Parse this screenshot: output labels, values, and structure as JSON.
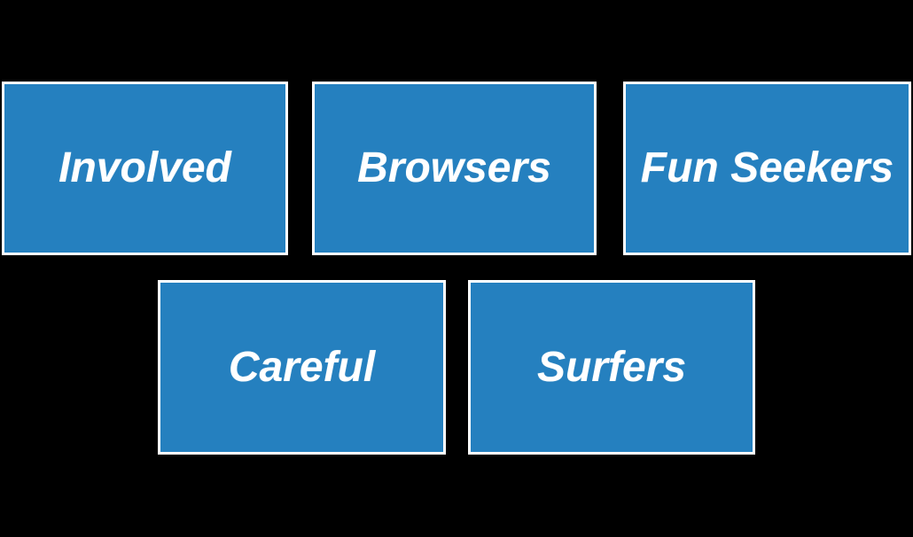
{
  "diagram": {
    "type": "segment-boxes",
    "rows": [
      [
        "Involved",
        "Browsers",
        "Fun Seekers"
      ],
      [
        "Careful",
        "Surfers"
      ]
    ]
  },
  "boxes": [
    {
      "label": "Involved"
    },
    {
      "label": "Browsers"
    },
    {
      "label": "Fun Seekers"
    },
    {
      "label": "Careful"
    },
    {
      "label": "Surfers"
    }
  ],
  "colors": {
    "background": "#000000",
    "box_fill": "#2580BF",
    "box_border": "#FFFFFF",
    "text": "#FFFFFF"
  }
}
